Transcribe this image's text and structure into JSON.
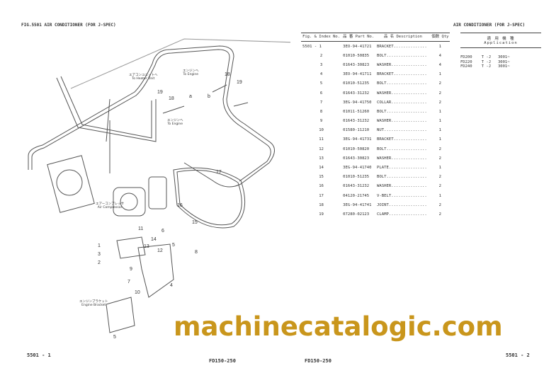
{
  "header": {
    "left": "FIG.5501  AIR CONDITIONER (FOR J-SPEC)",
    "right": "AIR CONDITIONER (FOR J-SPEC)"
  },
  "table": {
    "columns": [
      "Fig. & Index No.",
      "品 番  Part No.",
      "品 名  Description",
      "個数 Qty"
    ],
    "rows": [
      [
        "5501 - 1",
        "3EO-94-41721",
        "BRACKET..............",
        "1"
      ],
      [
        "2",
        "01010-50835",
        "BOLT.................",
        "4"
      ],
      [
        "3",
        "01643-30823",
        "WASHER...............",
        "4"
      ],
      [
        "4",
        "3EO-94-41711",
        "BRACKET..............",
        "1"
      ],
      [
        "5",
        "01010-51235",
        "BOLT.................",
        "2"
      ],
      [
        "6",
        "01643-31232",
        "WASHER...............",
        "2"
      ],
      [
        "7",
        "3EG-94-41750",
        "COLLAR...............",
        "2"
      ],
      [
        "8",
        "01011-51260",
        "BOLT.................",
        "1"
      ],
      [
        "9",
        "01643-31232",
        "WASHER...............",
        "1"
      ],
      [
        "10",
        "01580-11210",
        "NUT..................",
        "1"
      ],
      [
        "11",
        "3EG-94-41731",
        "BRACKET..............",
        "1"
      ],
      [
        "12",
        "01010-50820",
        "BOLT.................",
        "2"
      ],
      [
        "13",
        "01643-30823",
        "WASHER...............",
        "2"
      ],
      [
        "14",
        "3EG-94-41740",
        "PLATE................",
        "1"
      ],
      [
        "15",
        "01010-51235",
        "BOLT.................",
        "2"
      ],
      [
        "16",
        "01643-31232",
        "WASHER...............",
        "2"
      ],
      [
        "17",
        "04120-21745",
        "V-BELT...............",
        "1"
      ],
      [
        "18",
        "3EG-94-41741",
        "JOINT................",
        "2"
      ],
      [
        "19",
        "07280-02123",
        "CLAMP................",
        "2"
      ]
    ]
  },
  "application": {
    "header": "適 用 機 種\nApplication",
    "lines": "FD200    T -J   3001~\nFD220    T -J   3001~\nFD240    T -J   3001~"
  },
  "diagram": {
    "callouts": [
      "1",
      "2",
      "3",
      "4",
      "5",
      "6",
      "7",
      "8",
      "9",
      "10",
      "11",
      "12",
      "13",
      "14",
      "15",
      "16",
      "17",
      "18",
      "19",
      "18",
      "19",
      "a",
      "b"
    ],
    "labels": {
      "heater": "エアコンユニットへ\nTo Heater Unit",
      "engine1": "エンジンへ\nTo Engine",
      "engine2": "エンジンへ\nTo Engine",
      "compressor": "エアーコンプレッサ\nAir Compressor",
      "bracket": "エンジンブラケット\nEngine Bracket"
    }
  },
  "watermark": "machinecatalogic.com",
  "footer": {
    "left_page": "5501 - 1",
    "left_model": "FD150-250",
    "right_model": "FD150-250",
    "right_page": "5501 - 2"
  },
  "colors": {
    "watermark": "#c9961c",
    "ink": "#333333"
  }
}
